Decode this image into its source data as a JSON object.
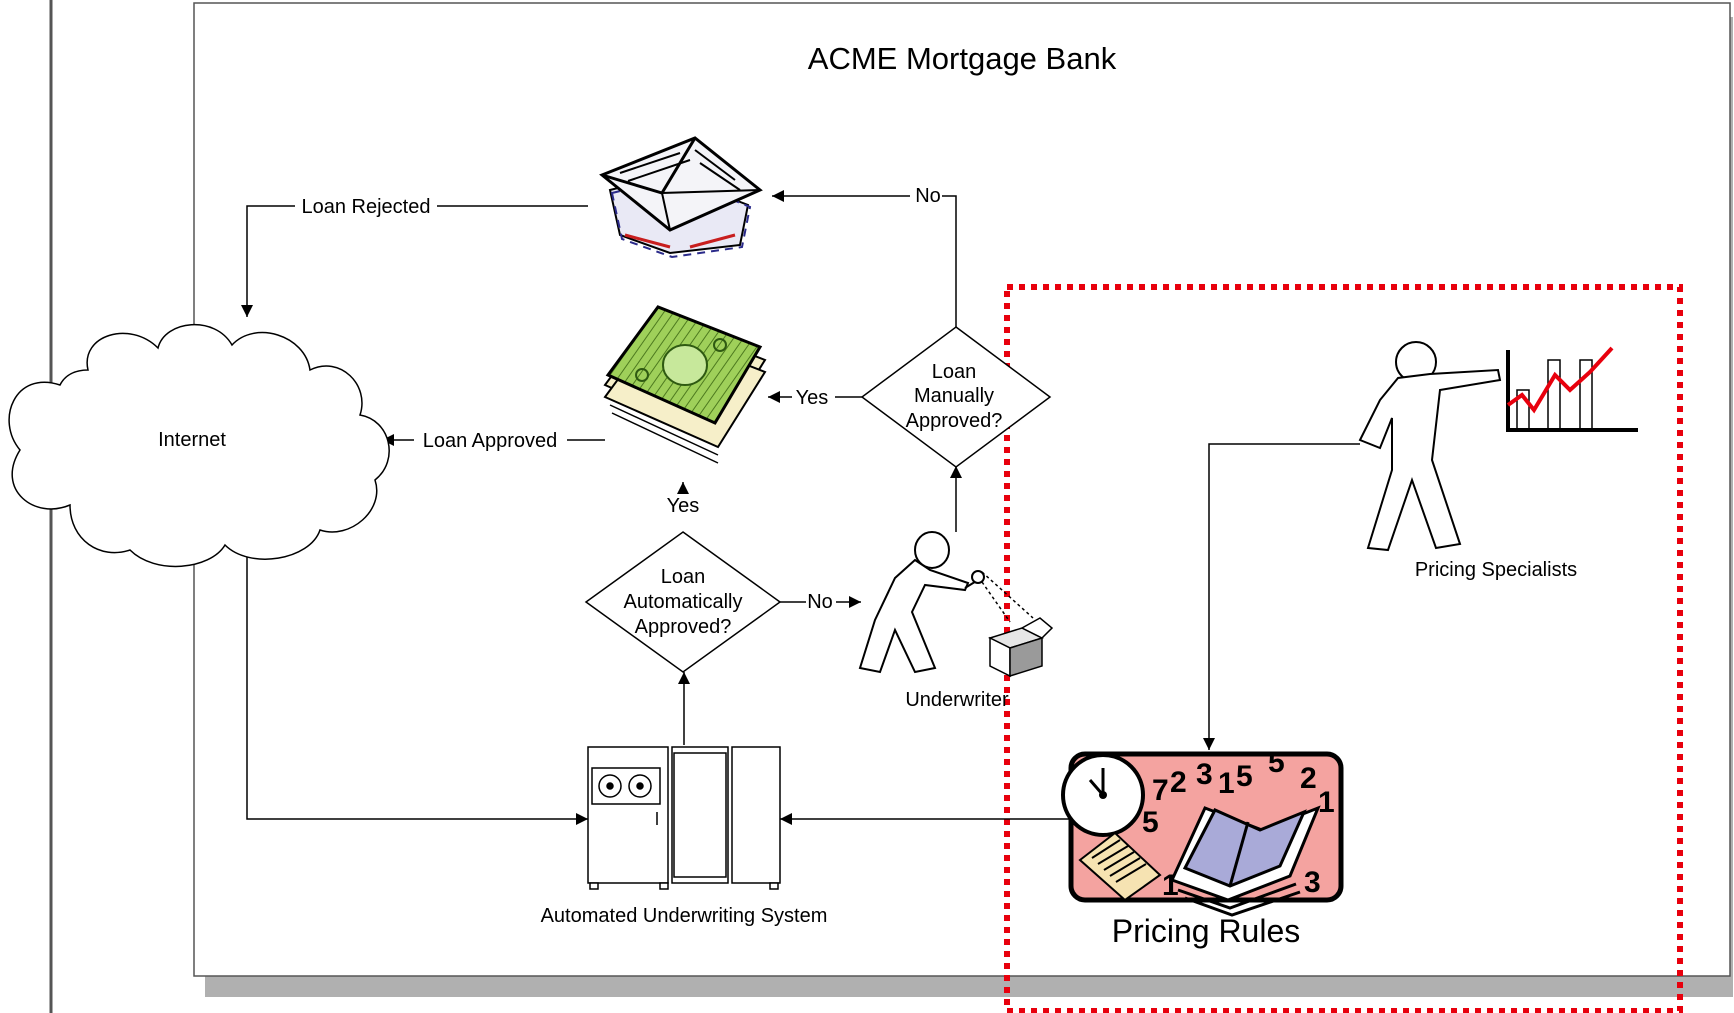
{
  "title": "ACME Mortgage Bank",
  "nodes": {
    "internet": "Internet",
    "auto_system": "Automated Underwriting System",
    "underwriter": "Underwriter",
    "pricing_specialists": "Pricing Specialists",
    "pricing_rules": "Pricing Rules",
    "auto_decision": [
      "Loan",
      "Automatically",
      "Approved?"
    ],
    "manual_decision": [
      "Loan",
      "Manually",
      "Approved?"
    ]
  },
  "edges": {
    "loan_rejected": "Loan Rejected",
    "loan_approved": "Loan Approved",
    "yes_auto": "Yes",
    "no_auto": "No",
    "yes_manual": "Yes",
    "no_manual": "No"
  },
  "pricing_rules_numbers": [
    "7",
    "2",
    "3",
    "1",
    "5",
    "5",
    "2",
    "1",
    "5",
    "1",
    "3"
  ],
  "colors": {
    "highlight_border": "#e8000d",
    "frame_shadow": "#aaaaaa",
    "money_green": "#8fc24a",
    "rules_pink": "#f4a3a0",
    "book_lavender": "#a9aad8",
    "chart_line": "#e8000d"
  },
  "icons": [
    "cloud-icon",
    "envelopes-icon",
    "money-stack-icon",
    "underwriter-person-icon",
    "server-cabinet-icon",
    "presenter-person-icon",
    "bar-chart-icon",
    "clock-icon",
    "book-icon",
    "document-icon"
  ]
}
